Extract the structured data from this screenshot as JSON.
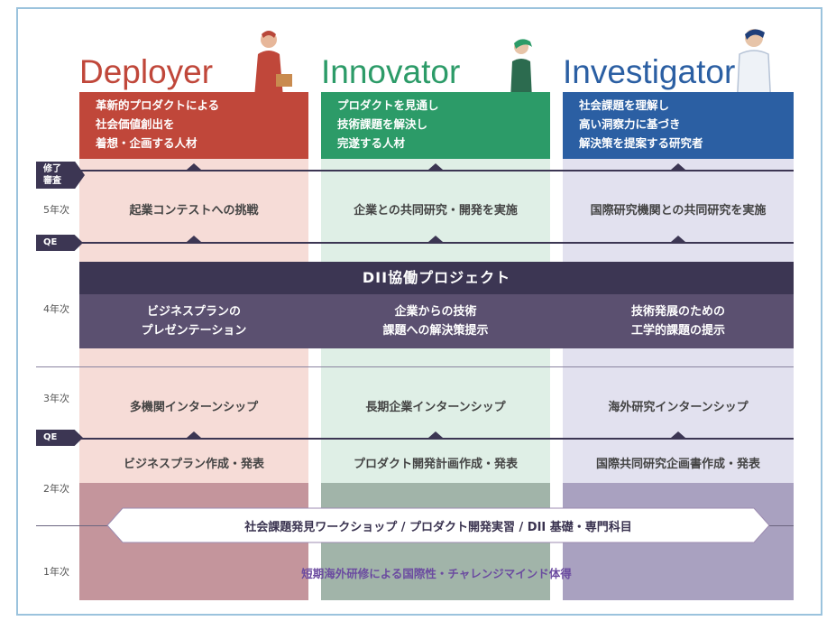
{
  "columns": [
    {
      "title": "Deployer",
      "title_color": "#c0473a",
      "header_bg": "#c0473a",
      "header_lines": [
        "革新的プロダクトによる",
        "社会価値創出を",
        "着想・企画する人材"
      ],
      "light_bg": "#f6dcd7",
      "dark_bg": "#c4959c",
      "y5": "起業コンテストへの挑戦",
      "y4": [
        "ビジネスプランの",
        "プレゼンテーション"
      ],
      "y3": "多機関インターンシップ",
      "y2": "ビジネスプラン作成・発表"
    },
    {
      "title": "Innovator",
      "title_color": "#2c9b68",
      "header_bg": "#2c9b68",
      "header_lines": [
        "プロダクトを見通し",
        "技術課題を解決し",
        "完遂する人材"
      ],
      "light_bg": "#dfefe6",
      "dark_bg": "#a1b4a9",
      "y5": "企業との共同研究・開発を実施",
      "y4": [
        "企業からの技術",
        "課題への解決策提示"
      ],
      "y3": "長期企業インターンシップ",
      "y2": "プロダクト開発計画作成・発表"
    },
    {
      "title": "Investigator",
      "title_color": "#2b5fa3",
      "header_bg": "#2b5fa3",
      "header_lines": [
        "社会課題を理解し",
        "高い洞察力に基づき",
        "解決策を提案する研究者"
      ],
      "light_bg": "#e2e1ef",
      "dark_bg": "#a9a1c0",
      "y5": "国際研究機関との共同研究を実施",
      "y4": [
        "技術発展のための",
        "工学的課題の提示"
      ],
      "y3": "海外研究インターンシップ",
      "y2": "国際共同研究企画書作成・発表"
    }
  ],
  "milestones": {
    "final_exam": [
      "修了",
      "審査"
    ],
    "qe_upper": "QE",
    "qe_lower": "QE"
  },
  "year_labels": {
    "y5": "5年次",
    "y4": "4年次",
    "y3": "3年次",
    "y2": "2年次",
    "y1": "1年次"
  },
  "dii_project": "DII協働プロジェクト",
  "foundation_banner": "社会課題発見ワークショップ / プロダクト開発実習 / DII 基礎・専門科目",
  "foundation_text": "短期海外研修による国際性・チャレンジマインド体得",
  "colors": {
    "navy": "#3c3653",
    "frame": "#9bc3dd",
    "band": "#5b5070",
    "foundation_text": "#6b4ba0"
  }
}
